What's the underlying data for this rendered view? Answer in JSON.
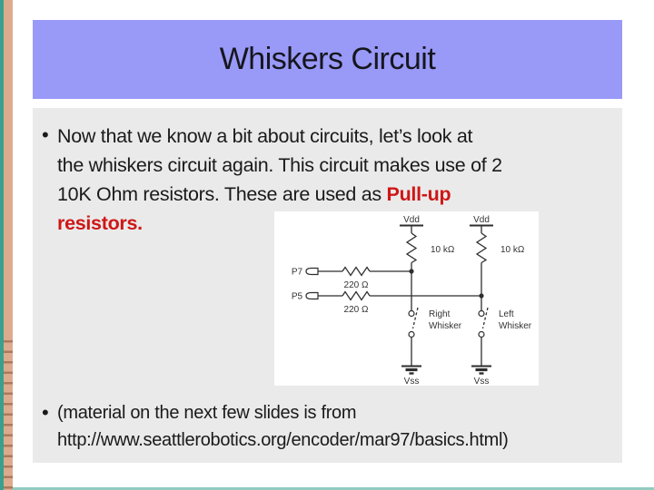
{
  "slide": {
    "title": "Whiskers Circuit",
    "bullet1": {
      "marker": "•",
      "line1": "Now that we know a bit about circuits, let’s look at",
      "line2": "the whiskers circuit again. This circuit makes use of 2",
      "line3_normal": "10K Ohm resistors. These are used as ",
      "line3_red": "Pull-up",
      "line4_red": "resistors."
    },
    "bullet2": {
      "marker": "•",
      "line1": "(material on the next few slides is from",
      "line2": "http://www.seattlerobotics.org/encoder/mar97/basics.html)"
    }
  },
  "circuit": {
    "vdd_left": "Vdd",
    "vdd_right": "Vdd",
    "r_pullup_left": "10 kΩ",
    "r_pullup_right": "10 kΩ",
    "pin_p7": "P7",
    "pin_p5": "P5",
    "r_series_p7": "220 Ω",
    "r_series_p5": "220 Ω",
    "right_whisker_line1": "Right",
    "right_whisker_line2": "Whisker",
    "left_whisker_line1": "Left",
    "left_whisker_line2": "Whisker",
    "vss_left": "Vss",
    "vss_right": "Vss"
  },
  "colors": {
    "header_bg": "#9999f8",
    "content_bg": "#eaeaea",
    "accent_red": "#cf1616",
    "edge_teal": "#38a08e",
    "edge_tan": "#dcab8d"
  }
}
